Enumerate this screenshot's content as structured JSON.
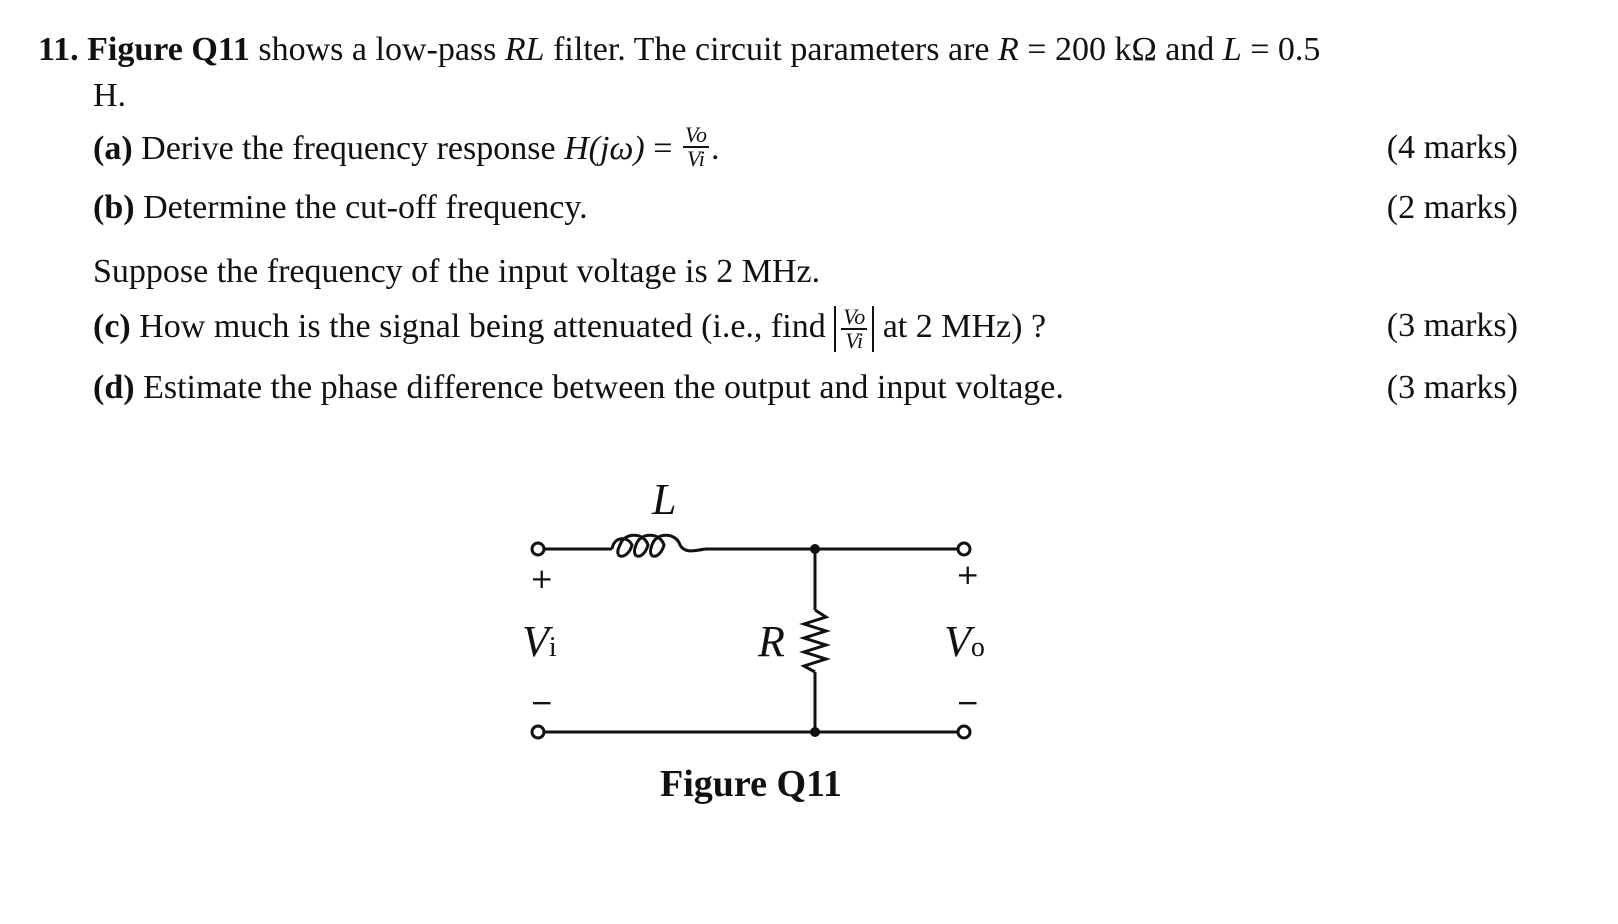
{
  "question": {
    "number": "11.",
    "lead_bold": "Figure Q11",
    "line1_text": " shows a low-pass ",
    "rl": "RL",
    "line1_text2": " filter. The circuit parameters are ",
    "r_var": "R",
    "r_value": " = 200 kΩ and ",
    "l_var": "L",
    "l_value": " = 0.5",
    "line2": "H."
  },
  "parts": {
    "a": {
      "label": "(a)",
      "text": " Derive the frequency response ",
      "func": "H(jω)",
      "eq": " = ",
      "num": "Vo",
      "den": "Vi",
      "tail": ".",
      "marks": "(4 marks)"
    },
    "b": {
      "label": "(b)",
      "text": " Determine the cut-off frequency.",
      "marks": "(2 marks)"
    },
    "suppose": "Suppose the frequency of the input voltage is 2 MHz.",
    "c": {
      "label": "(c)",
      "text": " How much is the signal being attenuated (i.e., find ",
      "num": "Vo",
      "den": "Vi",
      "tail": " at 2 MHz) ?",
      "marks": "(3 marks)"
    },
    "d": {
      "label": "(d)",
      "text": " Estimate the phase difference between the output and input voltage.",
      "marks": "(3 marks)"
    }
  },
  "figure": {
    "inductor_label": "L",
    "resistor_label": "R",
    "vin_label": "V",
    "vin_sub": "i",
    "vout_label": "V",
    "vout_sub": "o",
    "plus": "+",
    "minus": "−",
    "caption": "Figure Q11"
  }
}
